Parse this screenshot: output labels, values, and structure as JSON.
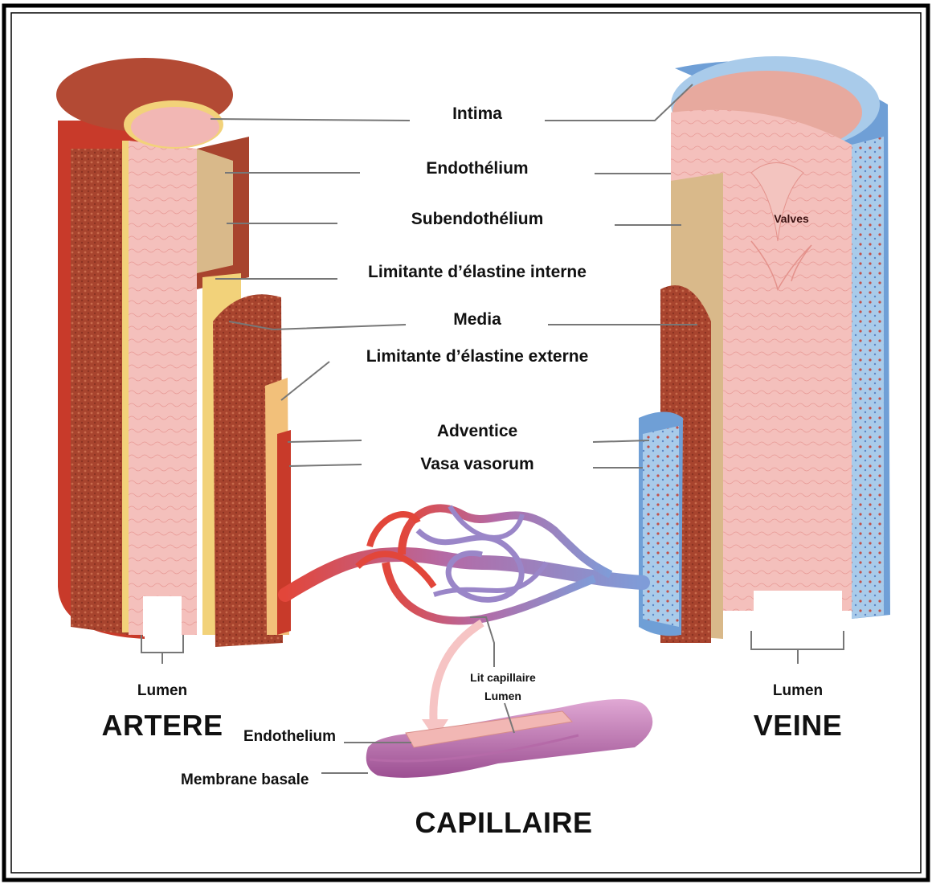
{
  "labels": {
    "intima": "Intima",
    "endothelium": "Endothélium",
    "subendothelium": "Subendothélium",
    "limitante_interne": "Limitante d’élastine interne",
    "media": "Media",
    "limitante_externe": "Limitante d’élastine externe",
    "adventice": "Adventice",
    "vasa_vasorum": "Vasa vasorum",
    "valves": "Valves",
    "lumen_artere": "Lumen",
    "lumen_veine": "Lumen",
    "lit_capillaire": "Lit capillaire",
    "lumen_capillaire": "Lumen",
    "endothelium_capillaire": "Endothelium",
    "membrane_basale": "Membrane basale"
  },
  "titles": {
    "artere": "ARTERE",
    "veine": "VEINE",
    "capillaire": "CAPILLAIRE"
  },
  "colors": {
    "artery_outer": "#c83a2a",
    "artery_media": "#a8442e",
    "intima_pink": "#f2b7b4",
    "elastin_yellow": "#f2d27a",
    "subendo_tan": "#d9b98a",
    "vein_outer": "#6f9fd6",
    "vein_light": "#a9cbea",
    "capillary_red": "#e2463a",
    "capillary_purple": "#9a86c8",
    "capillary_tube": "#c67bb4",
    "leader_line": "#777777"
  }
}
